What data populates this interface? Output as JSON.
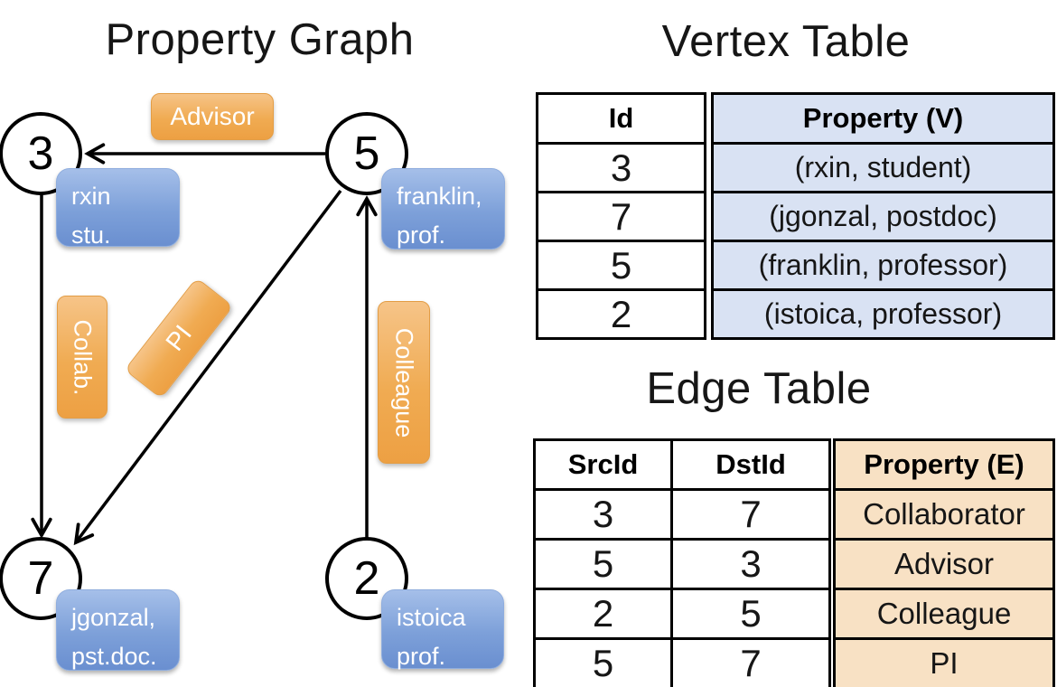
{
  "graph": {
    "title": "Property Graph",
    "nodes": [
      {
        "id": "3",
        "label_line1": "rxin",
        "label_line2": "stu."
      },
      {
        "id": "5",
        "label_line1": "franklin,",
        "label_line2": "prof."
      },
      {
        "id": "7",
        "label_line1": "jgonzal,",
        "label_line2": "pst.doc."
      },
      {
        "id": "2",
        "label_line1": "istoica",
        "label_line2": "prof."
      }
    ],
    "edge_labels": {
      "advisor": "Advisor",
      "collab": "Collab.",
      "pi": "PI",
      "colleague": "Colleague"
    }
  },
  "vertex_table": {
    "title": "Vertex Table",
    "headers": {
      "id": "Id",
      "property": "Property (V)"
    },
    "rows": [
      {
        "id": "3",
        "property": "(rxin, student)"
      },
      {
        "id": "7",
        "property": "(jgonzal, postdoc)"
      },
      {
        "id": "5",
        "property": "(franklin, professor)"
      },
      {
        "id": "2",
        "property": "(istoica, professor)"
      }
    ]
  },
  "edge_table": {
    "title": "Edge Table",
    "headers": {
      "src": "SrcId",
      "dst": "DstId",
      "property": "Property (E)"
    },
    "rows": [
      {
        "src": "3",
        "dst": "7",
        "property": "Collaborator"
      },
      {
        "src": "5",
        "dst": "3",
        "property": "Advisor"
      },
      {
        "src": "2",
        "dst": "5",
        "property": "Colleague"
      },
      {
        "src": "5",
        "dst": "7",
        "property": "PI"
      }
    ]
  },
  "colors": {
    "edge_label_orange": "#f0ab52",
    "node_label_blue": "#7da0d9",
    "vertex_cell_blue": "#d9e2f3",
    "edge_cell_peach": "#f8e1c4",
    "line_black": "#000000"
  }
}
